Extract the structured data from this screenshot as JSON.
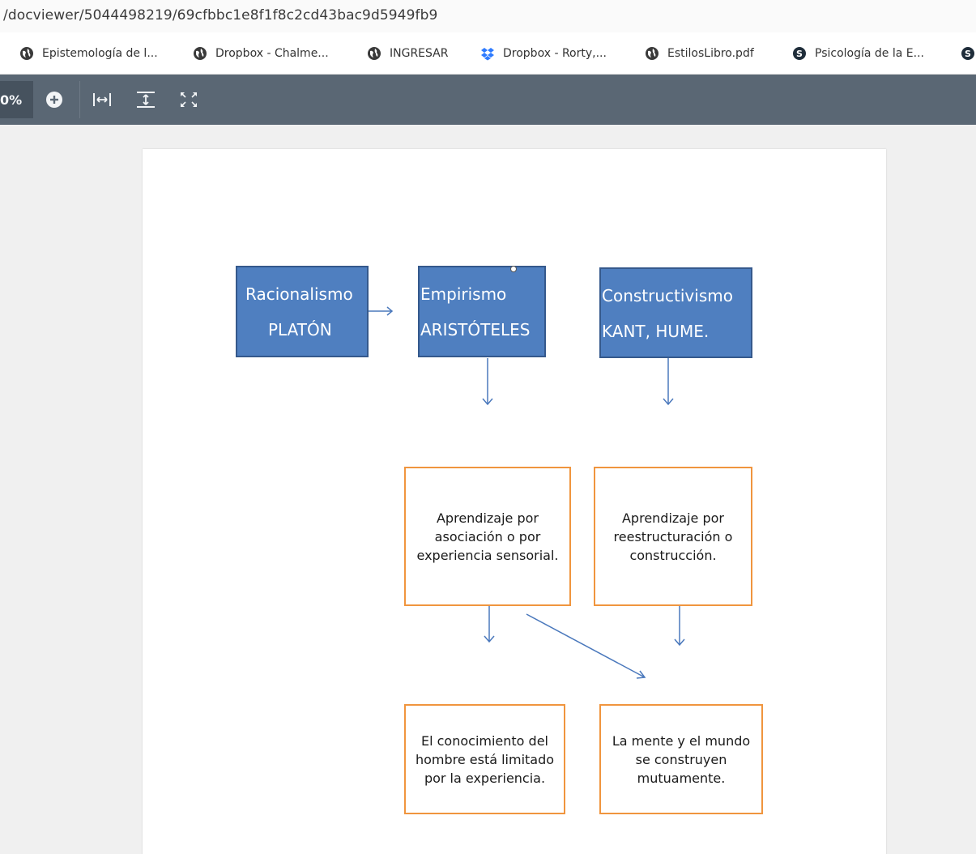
{
  "address_bar": {
    "url": "/docviewer/5044498219/69cfbbc1e8f1f8c2cd43bac9d5949fb9"
  },
  "bookmarks": [
    {
      "label": "Epistemología de l...",
      "icon": "globe-icon"
    },
    {
      "label": "Dropbox - Chalme...",
      "icon": "globe-icon"
    },
    {
      "label": "INGRESAR",
      "icon": "globe-icon"
    },
    {
      "label": "Dropbox - Rorty,...",
      "icon": "dropbox-icon"
    },
    {
      "label": "EstilosLibro.pdf",
      "icon": "globe-icon"
    },
    {
      "label": "Psicología de la E...",
      "icon": "scribd-icon"
    }
  ],
  "toolbar": {
    "zoom_text": "0%",
    "buttons": [
      "zoom-in-icon",
      "fit-width-icon",
      "fit-page-icon",
      "fullscreen-icon"
    ]
  },
  "diagram": {
    "top_boxes": [
      {
        "line1": "Racionalismo",
        "line2": "PLATÓN"
      },
      {
        "line1": "Empirismo",
        "line2": "ARISTÓTELES"
      },
      {
        "line1": "Constructivismo",
        "line2": "KANT, HUME."
      }
    ],
    "middle_boxes": [
      {
        "text": "Aprendizaje por asociación o por experiencia sensorial."
      },
      {
        "text": "Aprendizaje por reestructuración o construcción."
      }
    ],
    "bottom_boxes": [
      {
        "text": "El conocimiento del hombre está limitado por la experiencia."
      },
      {
        "text": "La mente y el mundo se construyen mutuamente."
      }
    ]
  },
  "colors": {
    "toolbar_bg": "#5a6774",
    "box_blue": "#4f7fc0",
    "box_orange_border": "#f0953e",
    "arrow_blue": "#4a78bc"
  }
}
